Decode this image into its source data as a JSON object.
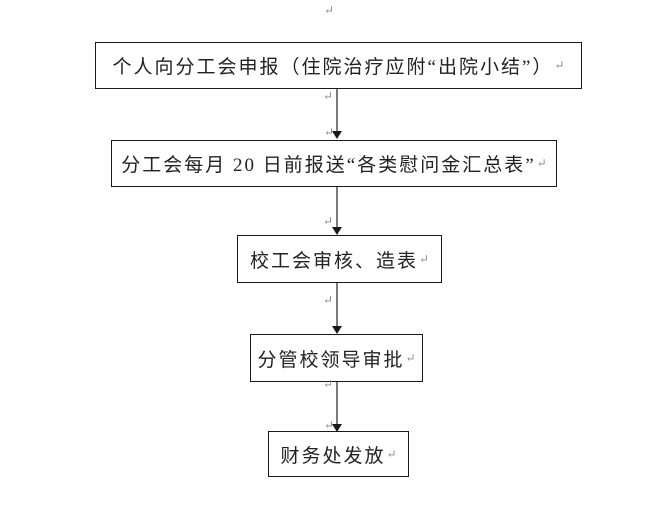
{
  "flowchart": {
    "type": "vertical-process-flow",
    "steps": [
      {
        "label": "个人向分工会申报（住院治疗应附“出院小结”）"
      },
      {
        "label": "分工会每月 20 日前报送“各类慰问金汇总表”"
      },
      {
        "label": "校工会审核、造表"
      },
      {
        "label": "分管校领导审批"
      },
      {
        "label": "财务处发放"
      }
    ],
    "connector_count": 4
  },
  "marks": {
    "return_glyph": "↵"
  },
  "colors": {
    "page_bg": "#ffffff",
    "box_border": "#1a1a1a",
    "text": "#222222",
    "arrow_shaft": "#7a7a7a",
    "arrow_head": "#1a1a1a",
    "paragraph_mark": "#8c8c8c"
  }
}
